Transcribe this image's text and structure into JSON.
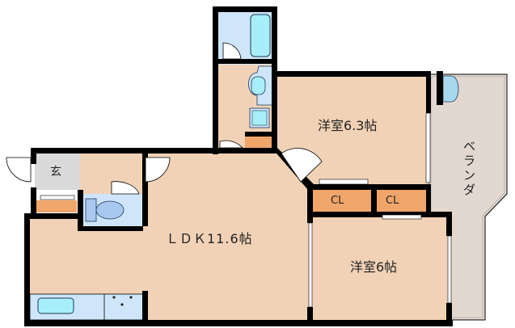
{
  "floorplan": {
    "colors": {
      "room": "#f1d2b6",
      "wall": "#000000",
      "closet": "#f0a56a",
      "wet": "#cfe6fa",
      "fixture": "#a8eef8",
      "entry": "#d9d9d9",
      "balcony": "#e2d8d0"
    },
    "rooms": [
      {
        "id": "ldk",
        "label": "ＬＤＫ11.6帖"
      },
      {
        "id": "western1",
        "label": "洋室6.3帖"
      },
      {
        "id": "western2",
        "label": "洋室6帖"
      },
      {
        "id": "entrance",
        "label": "玄"
      },
      {
        "id": "balcony",
        "label": "ベランダ"
      },
      {
        "id": "closet1",
        "label": "CL"
      },
      {
        "id": "closet2",
        "label": "CL"
      }
    ],
    "fixtures": [
      "bathtub",
      "washbasin",
      "washing-machine",
      "toilet",
      "kitchen-sink",
      "stove",
      "outdoor-unit"
    ]
  }
}
